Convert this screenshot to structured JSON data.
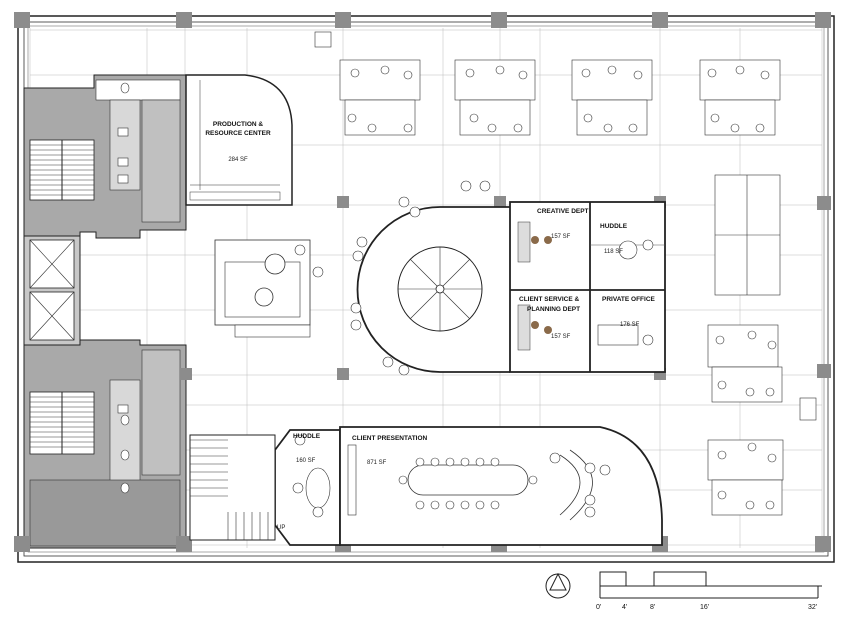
{
  "rooms": {
    "production": {
      "name_line1": "PRODUCTION &",
      "name_line2": "RESOURCE CENTER",
      "area": "284 SF"
    },
    "creative": {
      "name": "CREATIVE DEPT",
      "area": "157 SF"
    },
    "huddle_top": {
      "name": "HUDDLE",
      "area": "118 SF"
    },
    "client_service": {
      "name_line1": "CLIENT SERVICE &",
      "name_line2": "PLANNING DEPT",
      "area": "157 SF"
    },
    "private_office": {
      "name": "PRIVATE OFFICE",
      "area": "176 SF"
    },
    "huddle_bottom": {
      "name": "HUDDLE",
      "area": "160 SF"
    },
    "client_presentation": {
      "name": "CLIENT PRESENTATION",
      "area": "871 SF"
    }
  },
  "stair_label": "UP",
  "scale_bar": {
    "ticks": [
      "0'",
      "4'",
      "8'",
      "16'",
      "32'"
    ]
  },
  "colors": {
    "core": "#a9a9a9",
    "wall": "#222222",
    "grid": "#bbbbbb",
    "column": "#8c8c8c"
  }
}
